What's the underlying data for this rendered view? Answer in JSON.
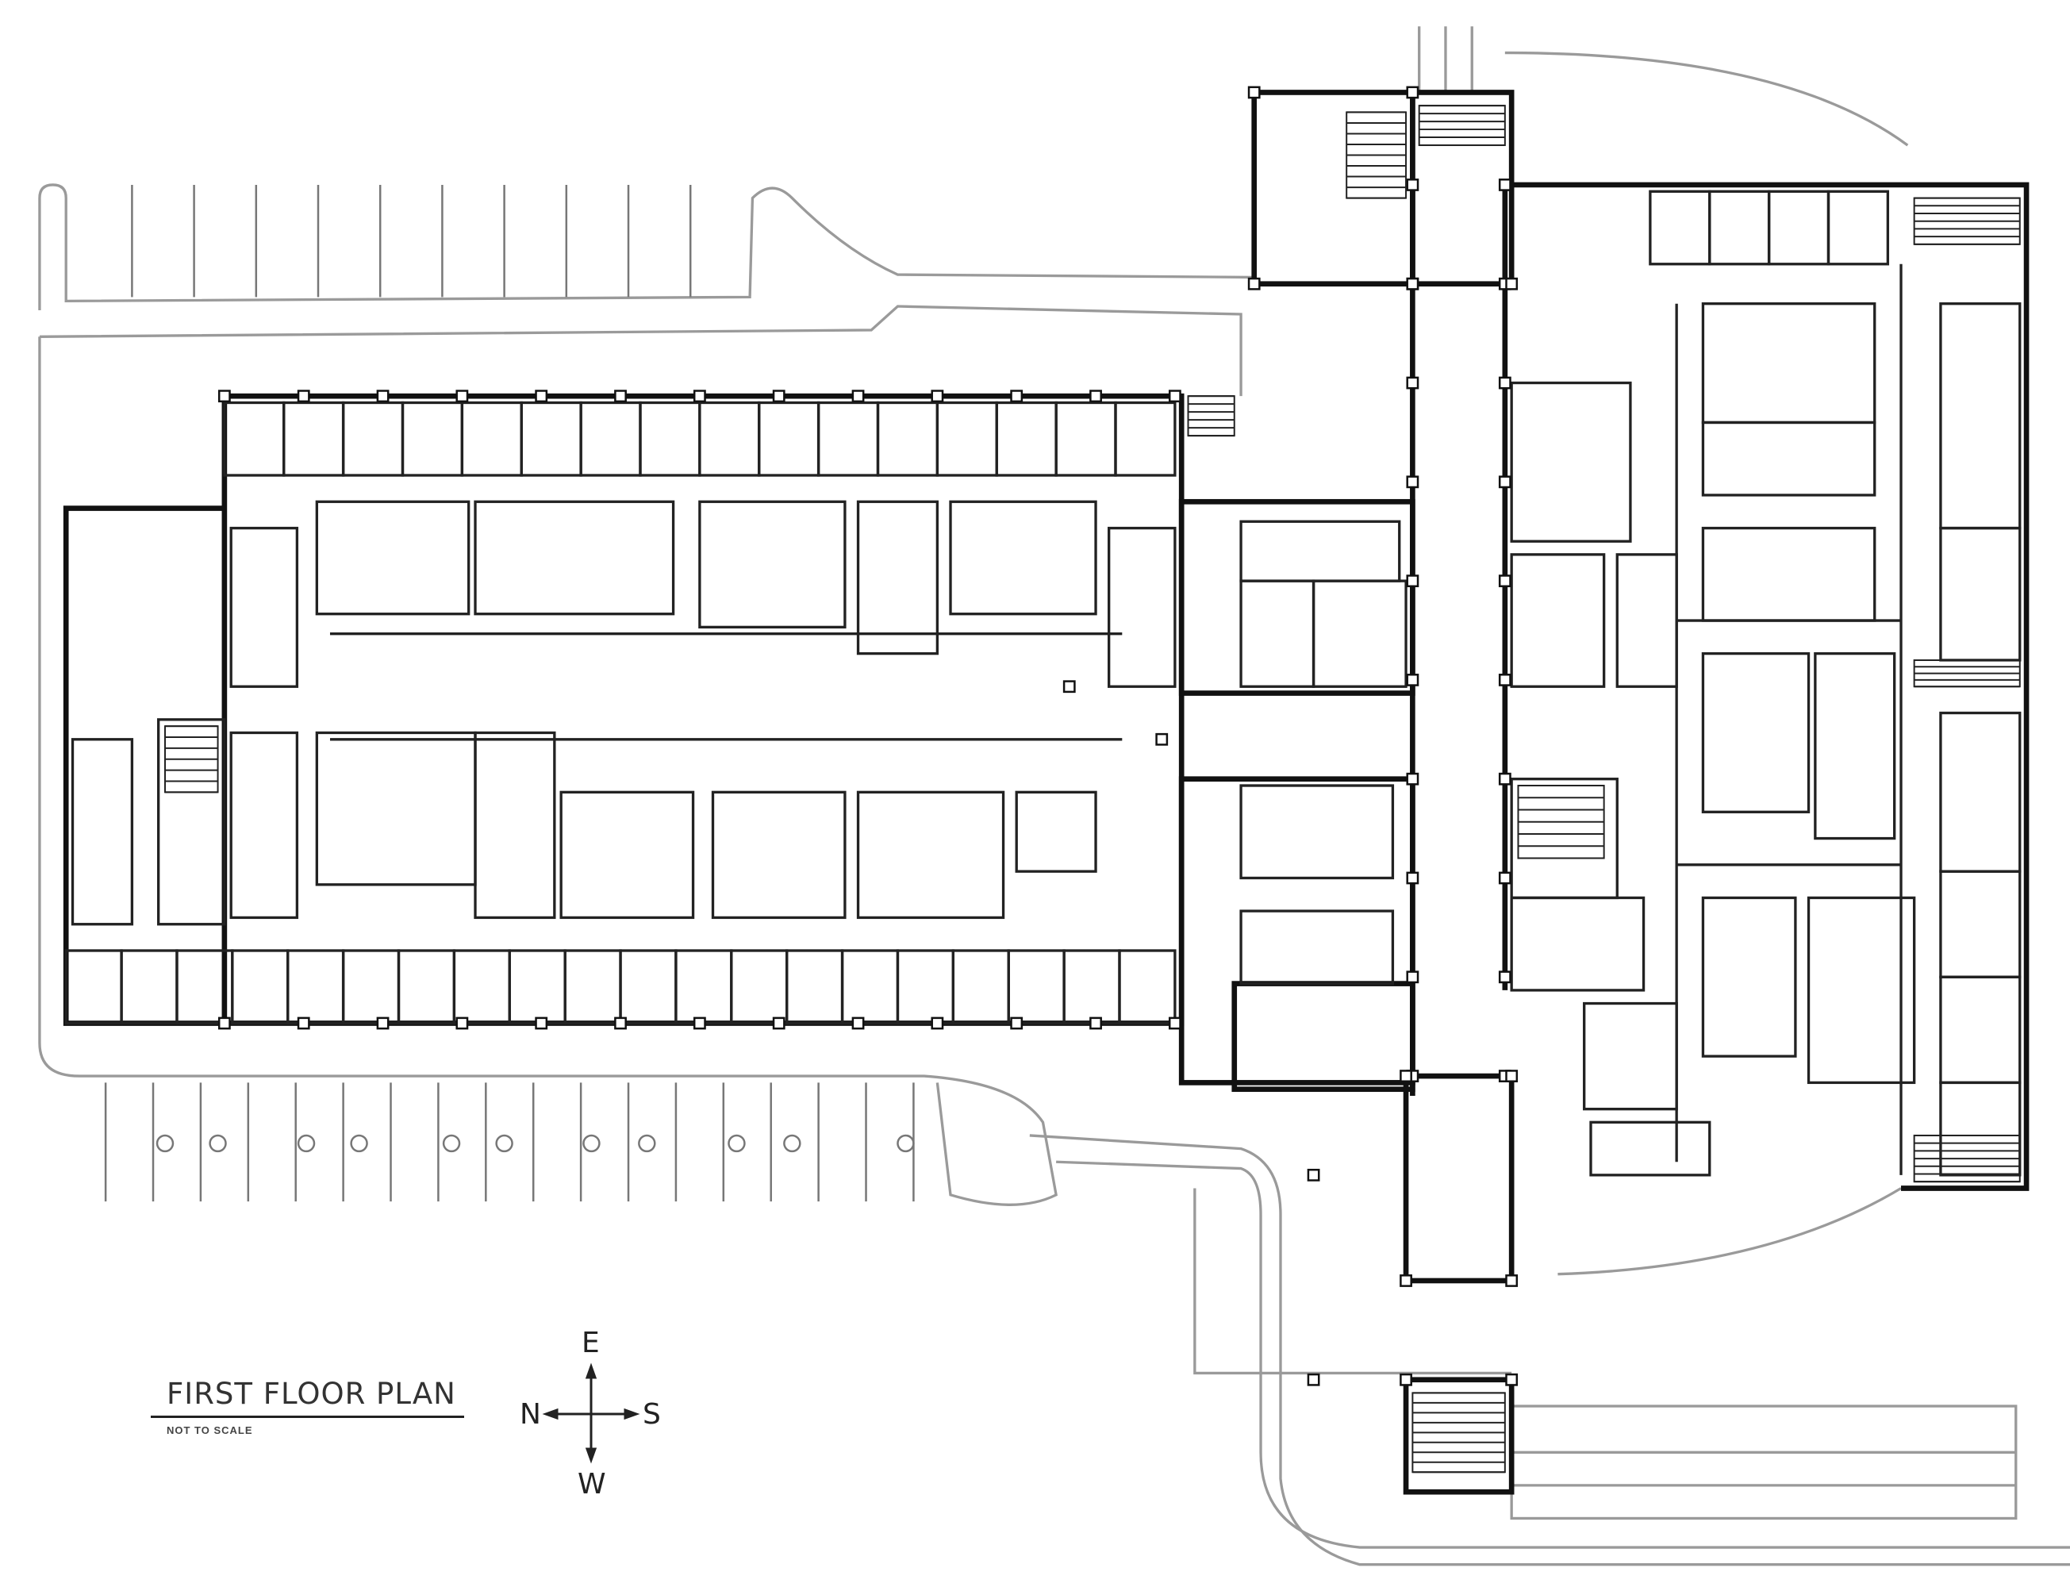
{
  "drawing": {
    "title": "FIRST FLOOR PLAN",
    "scale_note": "NOT TO SCALE",
    "compass": {
      "north": "N",
      "south": "S",
      "east": "E",
      "west": "W"
    }
  },
  "colors": {
    "wall": "#111111",
    "site_line": "#9a9a9a",
    "background": "#ffffff"
  }
}
